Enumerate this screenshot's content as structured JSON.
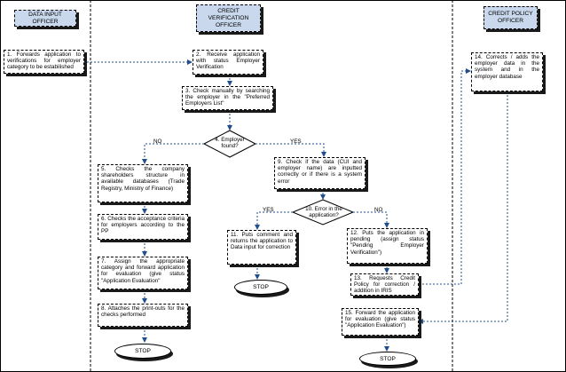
{
  "lanes": {
    "data_input": "DATA INPUT OFFICER",
    "credit_verification": "CREDIT VERIFICATION OFFICER",
    "credit_policy": "CREDIT POLICY OFFICER"
  },
  "steps": {
    "s1": "1. Forwards application to verifications for employer category to be estabilished",
    "s2": "2. Receive application with status Employer Verification",
    "s3": "3. Check manually by searching the employer in the \"Preferred Employers List\"",
    "s4": "4. Employer found?",
    "s5": "5. Checks the company shareholders structure in available databases (Trade Registry, Ministry of Finance)",
    "s6": "6. Checks the acceptance criteria for employers according to the PP",
    "s7": "7. Assign the appropriate category and forward application for evaluation (give status \"Application Evaluation\"",
    "s8": "8. Attaches the print-outs for the checks performed",
    "s9": "9. Check if the data (CUI and employer name) are inputted correctly or if there is a system error",
    "s10": "10. Error in the application?",
    "s11": "11. Puts comment and returns the application to Data input for correction",
    "s12": "12. Puts the application in pending (assign status \"Pending Employer Verification\")",
    "s13": "13. Requests Credit Policy for correction / addition in IRIS",
    "s14": "14. Corrects / adds the employer data in the system and in the employer database",
    "s15": "15. Forward the application for evaluation (give status \"Application Evaluation\")"
  },
  "terminals": {
    "stop": "STOP"
  },
  "labels": {
    "no": "NO",
    "yes": "YES"
  }
}
